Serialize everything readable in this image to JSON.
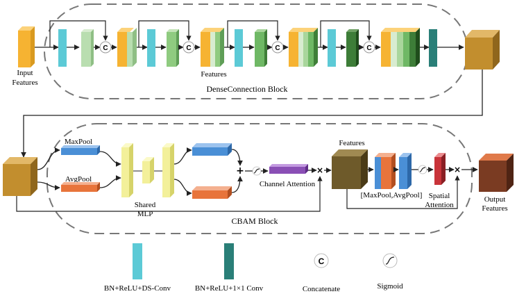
{
  "dense_block": {
    "title": "DenseConnection Block",
    "input_label_line1": "Input",
    "input_label_line2": "Features",
    "features_label": "Features",
    "concat_symbol": "C"
  },
  "cbam_block": {
    "title": "CBAM Block",
    "maxpool_label": "MaxPool",
    "avgpool_label": "AvgPool",
    "mlp_label_line1": "Shared",
    "mlp_label_line2": "MLP",
    "channel_attention_label": "Channel Attention",
    "features_label": "Features",
    "pool_concat_label": "[MaxPool,AvgPool]",
    "spatial_label_line1": "Spatial",
    "spatial_label_line2": "Attention",
    "output_label_line1": "Output",
    "output_label_line2": "Features",
    "add_symbol": "+",
    "multiply_symbol": "×"
  },
  "legend": [
    {
      "label": "BN+ReLU+DS-Conv",
      "color": "#5ccad6",
      "icon": "light-teal-bar"
    },
    {
      "label": "BN+ReLU+1×1 Conv",
      "color": "#2a7f78",
      "icon": "dark-teal-bar"
    },
    {
      "label": "Concatenate",
      "icon": "concatenate-icon",
      "symbol": "C"
    },
    {
      "label": "Sigmoid",
      "icon": "sigmoid-icon"
    }
  ],
  "colors": {
    "orange_feature": "#f6b332",
    "light_teal": "#5ccad6",
    "dark_teal": "#2a7f78",
    "light_green": "#a8d99a",
    "mid_green": "#6fb865",
    "dark_green": "#3d7d38",
    "gold_cube": "#c28e2e",
    "olive_cube": "#6e5a2a",
    "brown_cube": "#7a3b22",
    "blue_bar": "#4a8fd6",
    "orange_bar": "#e8743b",
    "mlp_yellow": "#f3f09a",
    "purple_bar": "#8a4fb5",
    "red_bar": "#c9343a"
  }
}
